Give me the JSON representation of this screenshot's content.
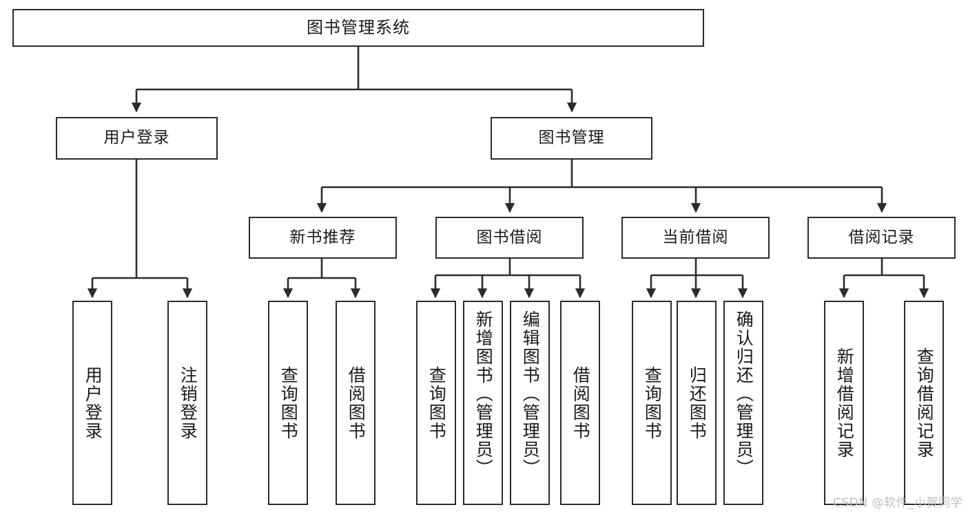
{
  "diagram": {
    "title": "图书管理系统",
    "type": "hierarchy-tree",
    "orientation": "top-down",
    "colors": {
      "box_border": "#2b2b2b",
      "box_fill": "#ffffff",
      "edge": "#2b2b2b",
      "text": "#1a1a1a",
      "watermark": "#bdbdbd"
    },
    "levels": {
      "level1": [
        "图书管理系统"
      ],
      "level2": [
        "用户登录",
        "图书管理"
      ],
      "level3": [
        "新书推荐",
        "图书借阅",
        "当前借阅",
        "借阅记录"
      ],
      "level4": [
        "用户登录",
        "注销登录",
        "查询图书",
        "借阅图书",
        "查询图书",
        "新增图书（管理员）",
        "编辑图书（管理员）",
        "借阅图书",
        "查询图书",
        "归还图书",
        "确认归还（管理员）",
        "新增借阅记录",
        "查询借阅记录"
      ]
    }
  },
  "nodes": {
    "root": {
      "label": "图书管理系统"
    },
    "user_login": {
      "label": "用户登录"
    },
    "book_mgmt": {
      "label": "图书管理"
    },
    "new_book_rec": {
      "label": "新书推荐"
    },
    "book_borrow": {
      "label": "图书借阅"
    },
    "current_borrow": {
      "label": "当前借阅"
    },
    "borrow_record": {
      "label": "借阅记录"
    },
    "leaf_user_login": {
      "label": "用户登录"
    },
    "leaf_logout": {
      "label": "注销登录"
    },
    "leaf_query_book_1": {
      "label": "查询图书"
    },
    "leaf_borrow_book_1": {
      "label": "借阅图书"
    },
    "leaf_query_book_2": {
      "label": "查询图书"
    },
    "leaf_add_book": {
      "label": "新增图书（管理员）"
    },
    "leaf_edit_book": {
      "label": "编辑图书（管理员）"
    },
    "leaf_borrow_book_2": {
      "label": "借阅图书"
    },
    "leaf_query_book_3": {
      "label": "查询图书"
    },
    "leaf_return_book": {
      "label": "归还图书"
    },
    "leaf_confirm_return": {
      "label": "确认归还（管理员）"
    },
    "leaf_add_record": {
      "label": "新增借阅记录"
    },
    "leaf_query_record": {
      "label": "查询借阅记录"
    }
  },
  "watermark": {
    "text": "CSDN @软件_小贺同学"
  }
}
